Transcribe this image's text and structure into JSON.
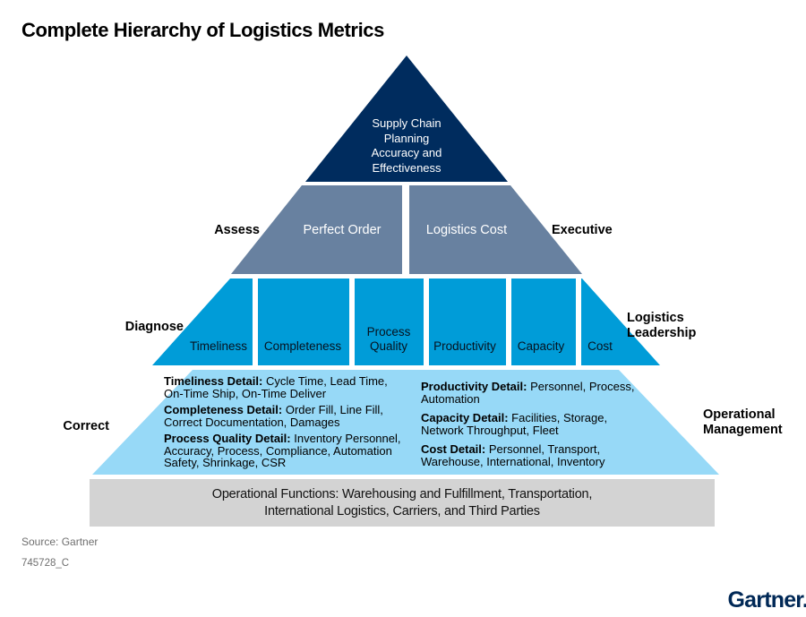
{
  "title": "Complete Hierarchy of Logistics Metrics",
  "pyramid": {
    "level1": {
      "label": "Supply Chain\nPlanning\nAccuracy and\nEffectiveness",
      "color": "#002c5e"
    },
    "level2": {
      "side_left": "Assess",
      "side_right": "Executive",
      "box_left": "Perfect Order",
      "box_right": "Logistics Cost",
      "color": "#6881a0"
    },
    "level3": {
      "side_left": "Diagnose",
      "side_right": "Logistics\nLeadership",
      "segments": [
        "Timeliness",
        "Completeness",
        "Process\nQuality",
        "Productivity",
        "Capacity",
        "Cost"
      ],
      "color": "#009cd8"
    },
    "level4": {
      "side_left": "Correct",
      "side_right": "Operational\nManagement",
      "color": "#97d9f7",
      "left_details": [
        {
          "term": "Timeliness Detail:",
          "text": "Cycle Time, Lead Time, On-Time Ship, On-Time Deliver"
        },
        {
          "term": "Completeness Detail:",
          "text": "Order Fill, Line Fill, Correct Documentation, Damages"
        },
        {
          "term": "Process Quality Detail:",
          "text": "Inventory Personnel, Accuracy, Process, Compliance, Automation Safety, Shrinkage, CSR"
        }
      ],
      "right_details": [
        {
          "term": "Productivity Detail:",
          "text": "Personnel, Process, Automation"
        },
        {
          "term": "Capacity Detail:",
          "text": "Facilities, Storage, Network Throughput, Fleet"
        },
        {
          "term": "Cost Detail:",
          "text": "Personnel, Transport, Warehouse, International, Inventory"
        }
      ]
    },
    "base_bar": {
      "label": "Operational Functions: Warehousing and Fulfillment, Transportation,\nInternational Logistics, Carriers, and Third Parties",
      "color": "#d3d3d3"
    }
  },
  "footer": {
    "source": "Source: Gartner",
    "document_id": "745728_C",
    "logo": "Gartner.",
    "logo_color": "#002856"
  }
}
